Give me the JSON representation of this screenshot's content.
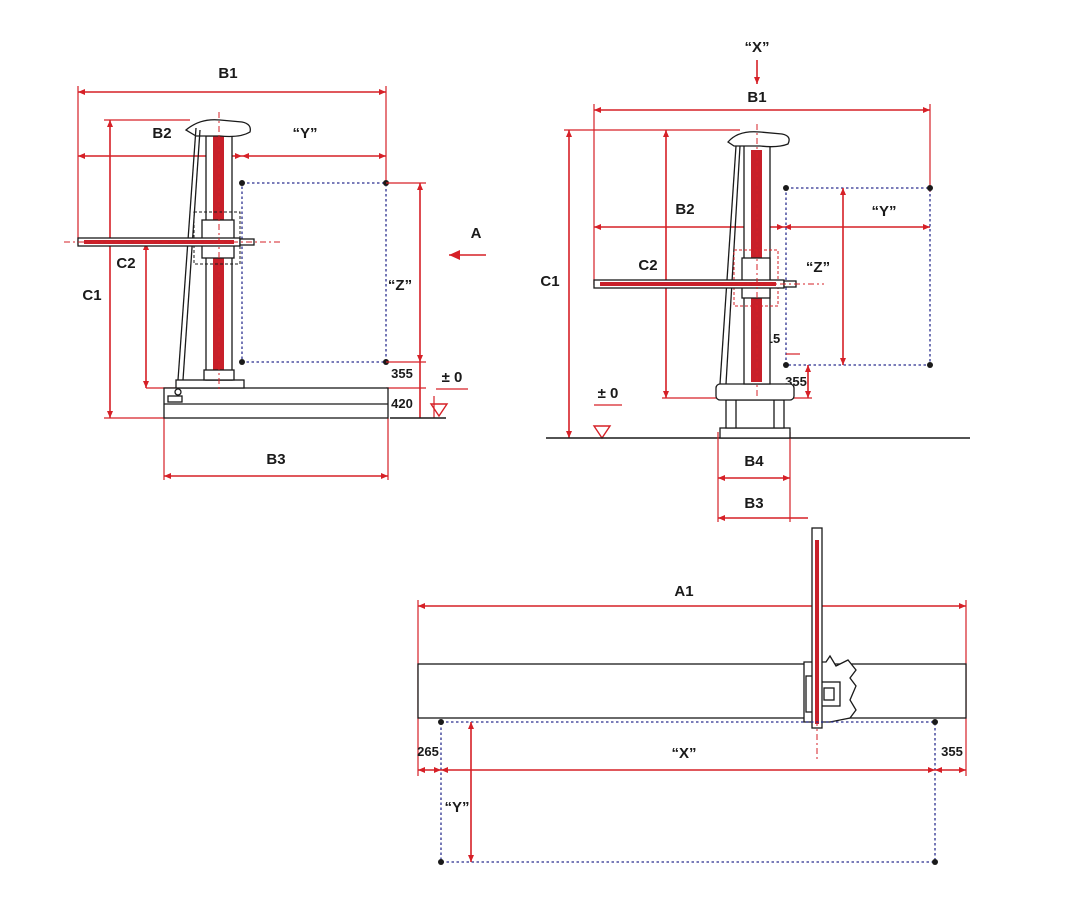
{
  "views": {
    "left": {
      "B1": "B1",
      "B2": "B2",
      "Y": "“Y”",
      "A": "A",
      "Z": "“Z”",
      "C1": "C1",
      "C2": "C2",
      "d355": "355",
      "d420": "420",
      "zero": "± 0",
      "B3": "B3"
    },
    "right": {
      "X": "“X”",
      "B1": "B1",
      "B2": "B2",
      "Y": "“Y”",
      "C1": "C1",
      "C2": "C2",
      "Z": "“Z”",
      "d15": "15",
      "d355": "355",
      "zero": "± 0",
      "B4": "B4",
      "B3": "B3"
    },
    "bottom": {
      "A1": "A1",
      "d265": "265",
      "X": "“X”",
      "d355": "355",
      "Y": "“Y”"
    }
  },
  "colors": {
    "dimension": "#d62027",
    "work_envelope": "#2b2f8f",
    "machine": "#1a1a1a"
  }
}
